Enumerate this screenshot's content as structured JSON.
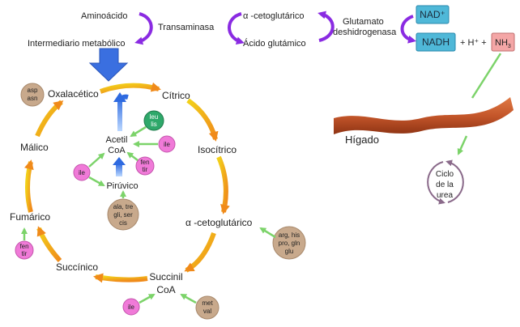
{
  "top": {
    "aminoacido": "Aminoácido",
    "intermediario": "Intermediario metabólico",
    "transaminasa": "Transaminasa",
    "alfa_ceto_top": "α -cetoglutárico",
    "acido_glutamico": "Ácido glutámico",
    "glutamato_line1": "Glutamato",
    "glutamato_line2": "deshidrogenasa",
    "nad": "NAD⁺",
    "nadh": "NADH",
    "plus_h": "+ H⁺ +",
    "nh3": "NH",
    "nh3_sub": "3"
  },
  "liver": {
    "label": "Hígado"
  },
  "urea": {
    "line1": "Ciclo",
    "line2": "de la",
    "line3": "urea"
  },
  "cycle": {
    "oxalacetico": "Oxalacético",
    "citrico": "Cítrico",
    "isocitrico": "Isocítrico",
    "alfa_ceto": "α -cetoglutárico",
    "succinil_1": "Succinil",
    "succinil_2": "CoA",
    "succinico": "Succínico",
    "fumarico": "Fumárico",
    "malico": "Málico",
    "acetil_1": "Acetil",
    "acetil_2": "CoA",
    "piruvico": "Pirúvico"
  },
  "badges": {
    "asp_asn": [
      "asp",
      "asn"
    ],
    "leu_lis": [
      "leu",
      "lis"
    ],
    "ile_a": [
      "ile"
    ],
    "fen_tir_a": [
      "fen",
      "tir"
    ],
    "ile_b": [
      "ile"
    ],
    "pyr_aa": [
      "ala, tre",
      "gli, ser",
      "cis"
    ],
    "arg_his": [
      "arg, his",
      "pro, gln",
      "glu"
    ],
    "fen_tir_b": [
      "fen",
      "tir"
    ],
    "ile_c": [
      "ile"
    ],
    "met_val": [
      "met",
      "val"
    ]
  },
  "colors": {
    "tan": "#c8a98c",
    "pink": "#f07ad8",
    "green_badge": "#2ea86a",
    "cyan_box": "#4fb8d8",
    "nh3_box": "#f4a6a6",
    "arrow_green": "#7cd36a",
    "purple": "#8a2be2",
    "cycle_orange": "#f08a1a",
    "cycle_yellow": "#f2d21a",
    "blue_arrow": "#3a6fe0",
    "liver": "#c4562a"
  }
}
